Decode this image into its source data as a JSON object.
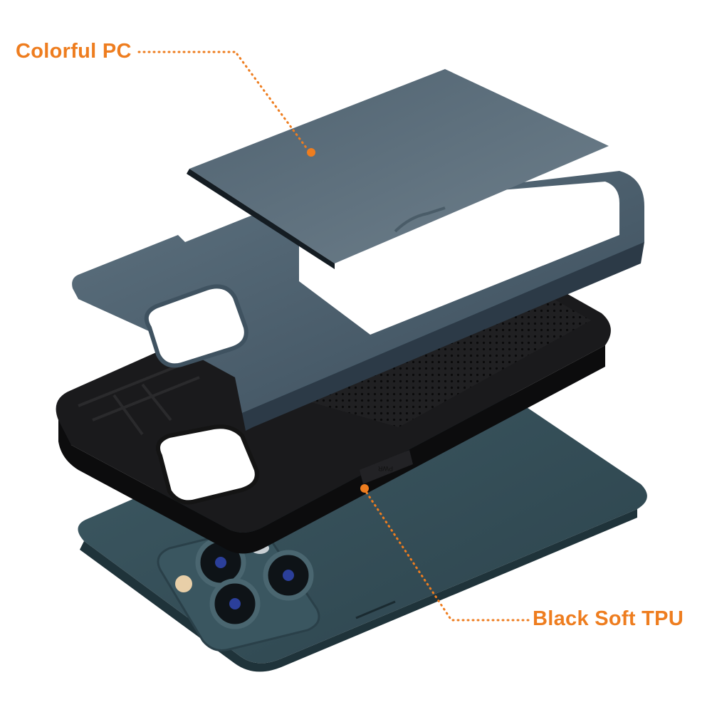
{
  "labels": {
    "top_left": "Colorful PC",
    "bottom_right": "Black Soft TPU"
  },
  "case_marking": "PWR",
  "colors": {
    "accent_orange": "#ee7d1f",
    "pc_shell_blue_gray": "#5b6e7c",
    "pc_shell_dark": "#2c3a47",
    "tpu_black": "#1c1c1e",
    "phone_body": "#35505a",
    "background": "#ffffff"
  },
  "callouts": [
    {
      "label_ref": "labels.top_left",
      "target": "pc-card-cover"
    },
    {
      "label_ref": "labels.bottom_right",
      "target": "tpu-inner-case"
    }
  ]
}
